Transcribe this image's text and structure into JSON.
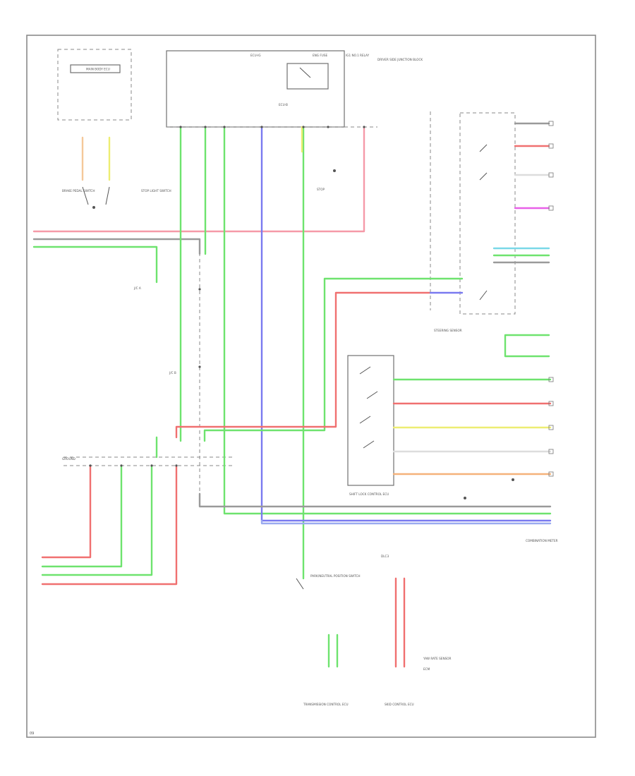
{
  "labels": {
    "ref": "09",
    "main_body": "MAIN BODY ECU",
    "junction_block": "DRIVER SIDE JUNCTION BLOCK",
    "ign_relay": "IG1 NO.1 RELAY",
    "ecu_ig": "ECU-IG",
    "eng_fuse": "ENG FUSE",
    "stop_fuse": "STOP",
    "ecu_b": "ECU-B",
    "park_switch": "PARK/NEUTRAL POSITION SWITCH",
    "shift_lock": "SHIFT LOCK CONTROL ECU",
    "cluster": "COMBINATION METER",
    "steering_sensor": "STEERING SENSOR",
    "brake_switch": "STOP LIGHT SWITCH",
    "pedal_switch": "BRAKE PEDAL SWITCH",
    "dlc": "DLC3",
    "ecm": "ECM",
    "yaw_sensor": "YAW RATE SENSOR",
    "abs_ecu": "SKID CONTROL ECU",
    "trans_ecu": "TRANSMISSION CONTROL ECU",
    "joint_a": "J/C A",
    "joint_b": "J/C B",
    "ground": "GROUND"
  },
  "wire_colors": {
    "lt_grn": "#6ee36e",
    "red": "#f07070",
    "pink": "#f59aa8",
    "blu": "#7a7af0",
    "yel": "#eded72",
    "orn": "#f5b27a",
    "mag": "#e860e8",
    "cyan": "#7ad8e8",
    "gray": "#8a8a8a",
    "lt_blu": "#9aaaf0",
    "black": "#555555",
    "wht": "#dddddd"
  }
}
